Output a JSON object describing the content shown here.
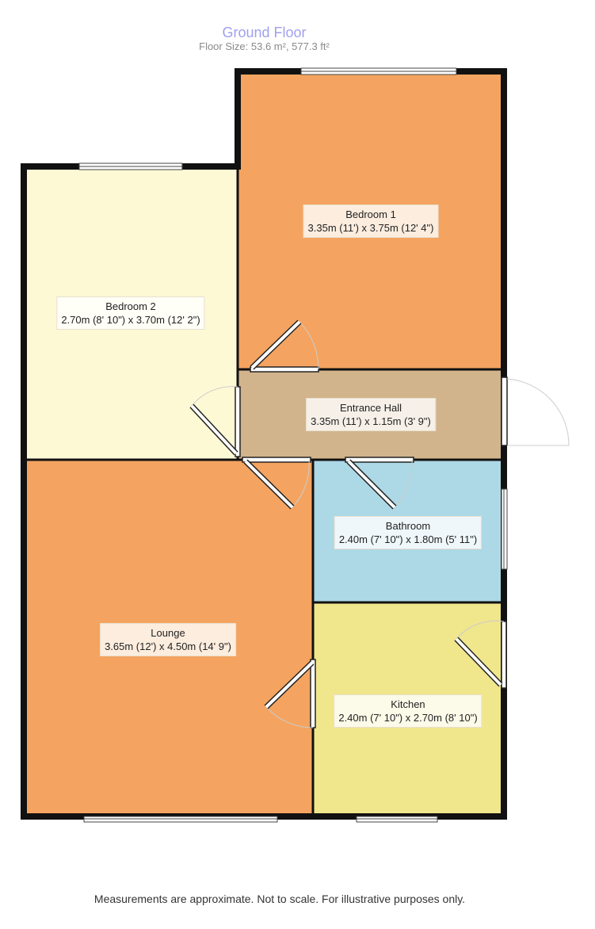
{
  "header": {
    "title": "Ground Floor",
    "floor_size": "Floor Size: 53.6 m², 577.3 ft²"
  },
  "rooms": [
    {
      "name": "Bedroom 1",
      "dims": "3.35m (11') x 3.75m (12' 4\")",
      "color": "#f4a460"
    },
    {
      "name": "Bedroom 2",
      "dims": "2.70m (8' 10\") x 3.70m (12' 2\")",
      "color": "#fdf9d5"
    },
    {
      "name": "Entrance Hall",
      "dims": "3.35m (11') x 1.15m (3' 9\")",
      "color": "#d2b48c"
    },
    {
      "name": "Bathroom",
      "dims": "2.40m (7' 10\") x 1.80m (5' 11\")",
      "color": "#add8e6"
    },
    {
      "name": "Lounge",
      "dims": "3.65m (12') x 4.50m (14' 9\")",
      "color": "#f4a460"
    },
    {
      "name": "Kitchen",
      "dims": "2.40m (7' 10\") x 2.70m (8' 10\")",
      "color": "#f0e68c"
    }
  ],
  "footer": "Measurements are approximate. Not to scale. For illustrative purposes only."
}
